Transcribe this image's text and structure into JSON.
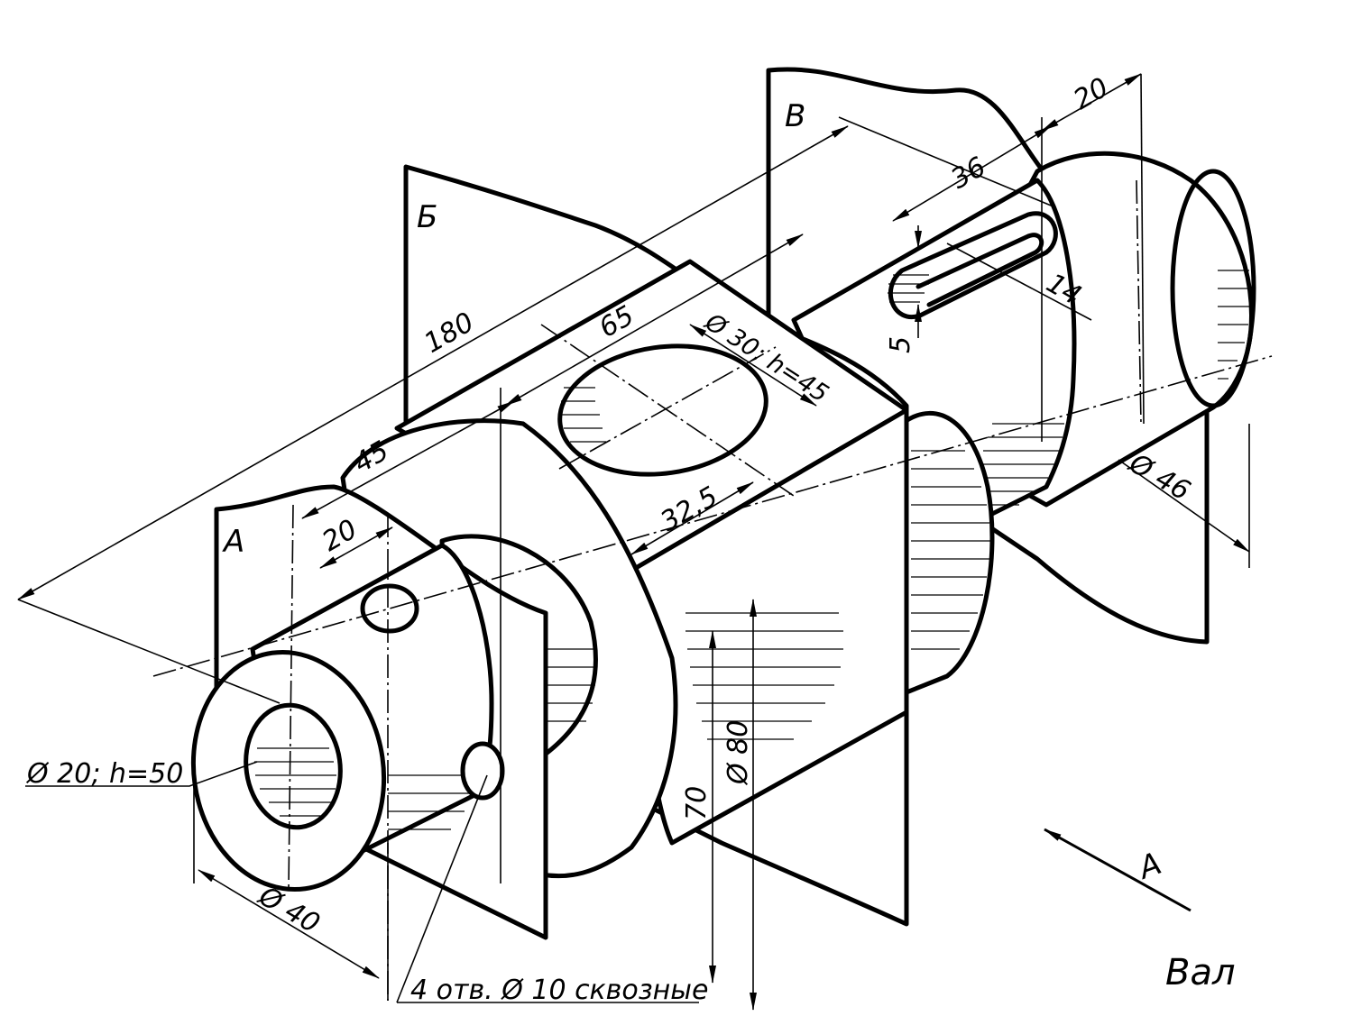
{
  "caption": "Вал",
  "planes": {
    "a": "А",
    "b": "Б",
    "v": "В"
  },
  "view_arrow": "А",
  "dimensions": {
    "overall_length": "180",
    "d65": "65",
    "hole_top": "Ø 30; h=45",
    "d45": "45",
    "d20_left": "20",
    "d32_5": "32,5",
    "d36": "36",
    "d20_right": "20",
    "d14": "14",
    "d5": "5",
    "d46": "Ø 46",
    "d80": "Ø 80",
    "d70": "70",
    "d40": "Ø 40"
  },
  "leaders": {
    "bore": "Ø 20; h=50",
    "holes": "4 отв. Ø 10 сквозные"
  }
}
